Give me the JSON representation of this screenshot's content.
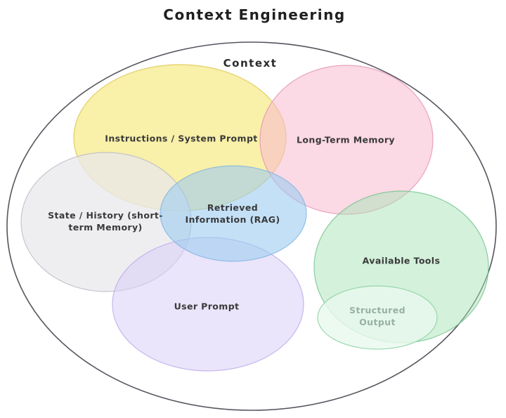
{
  "title": "Context Engineering",
  "diagram": {
    "container": {
      "label": "Context",
      "stroke": "#55555f",
      "fill": "#ffffff"
    },
    "sets": [
      {
        "id": "instructions",
        "label": "Instructions / System Prompt",
        "fill": "#F7E985",
        "stroke": "#D9C64E"
      },
      {
        "id": "long_term",
        "label": "Long-Term Memory",
        "fill": "#F7B9D0",
        "stroke": "#E391B4"
      },
      {
        "id": "state_history",
        "label": "State / History (short-\nterm Memory)",
        "fill": "#E8E8EC",
        "stroke": "#B9B9C4"
      },
      {
        "id": "user_prompt",
        "label": "User Prompt",
        "fill": "#D8CFF5",
        "stroke": "#B9A9E8"
      },
      {
        "id": "retrieved",
        "label": "Retrieved\nInformation (RAG)",
        "fill": "#9CCBF0",
        "stroke": "#7FB3DF"
      },
      {
        "id": "available_tools",
        "label": "Available Tools",
        "fill": "#A9E3B8",
        "stroke": "#6FC389"
      },
      {
        "id": "structured_out",
        "label": "Structured\nOutput",
        "fill": "#E9F9EE",
        "stroke": "#8FD3A4",
        "text_color": "#97b2a0"
      }
    ]
  }
}
